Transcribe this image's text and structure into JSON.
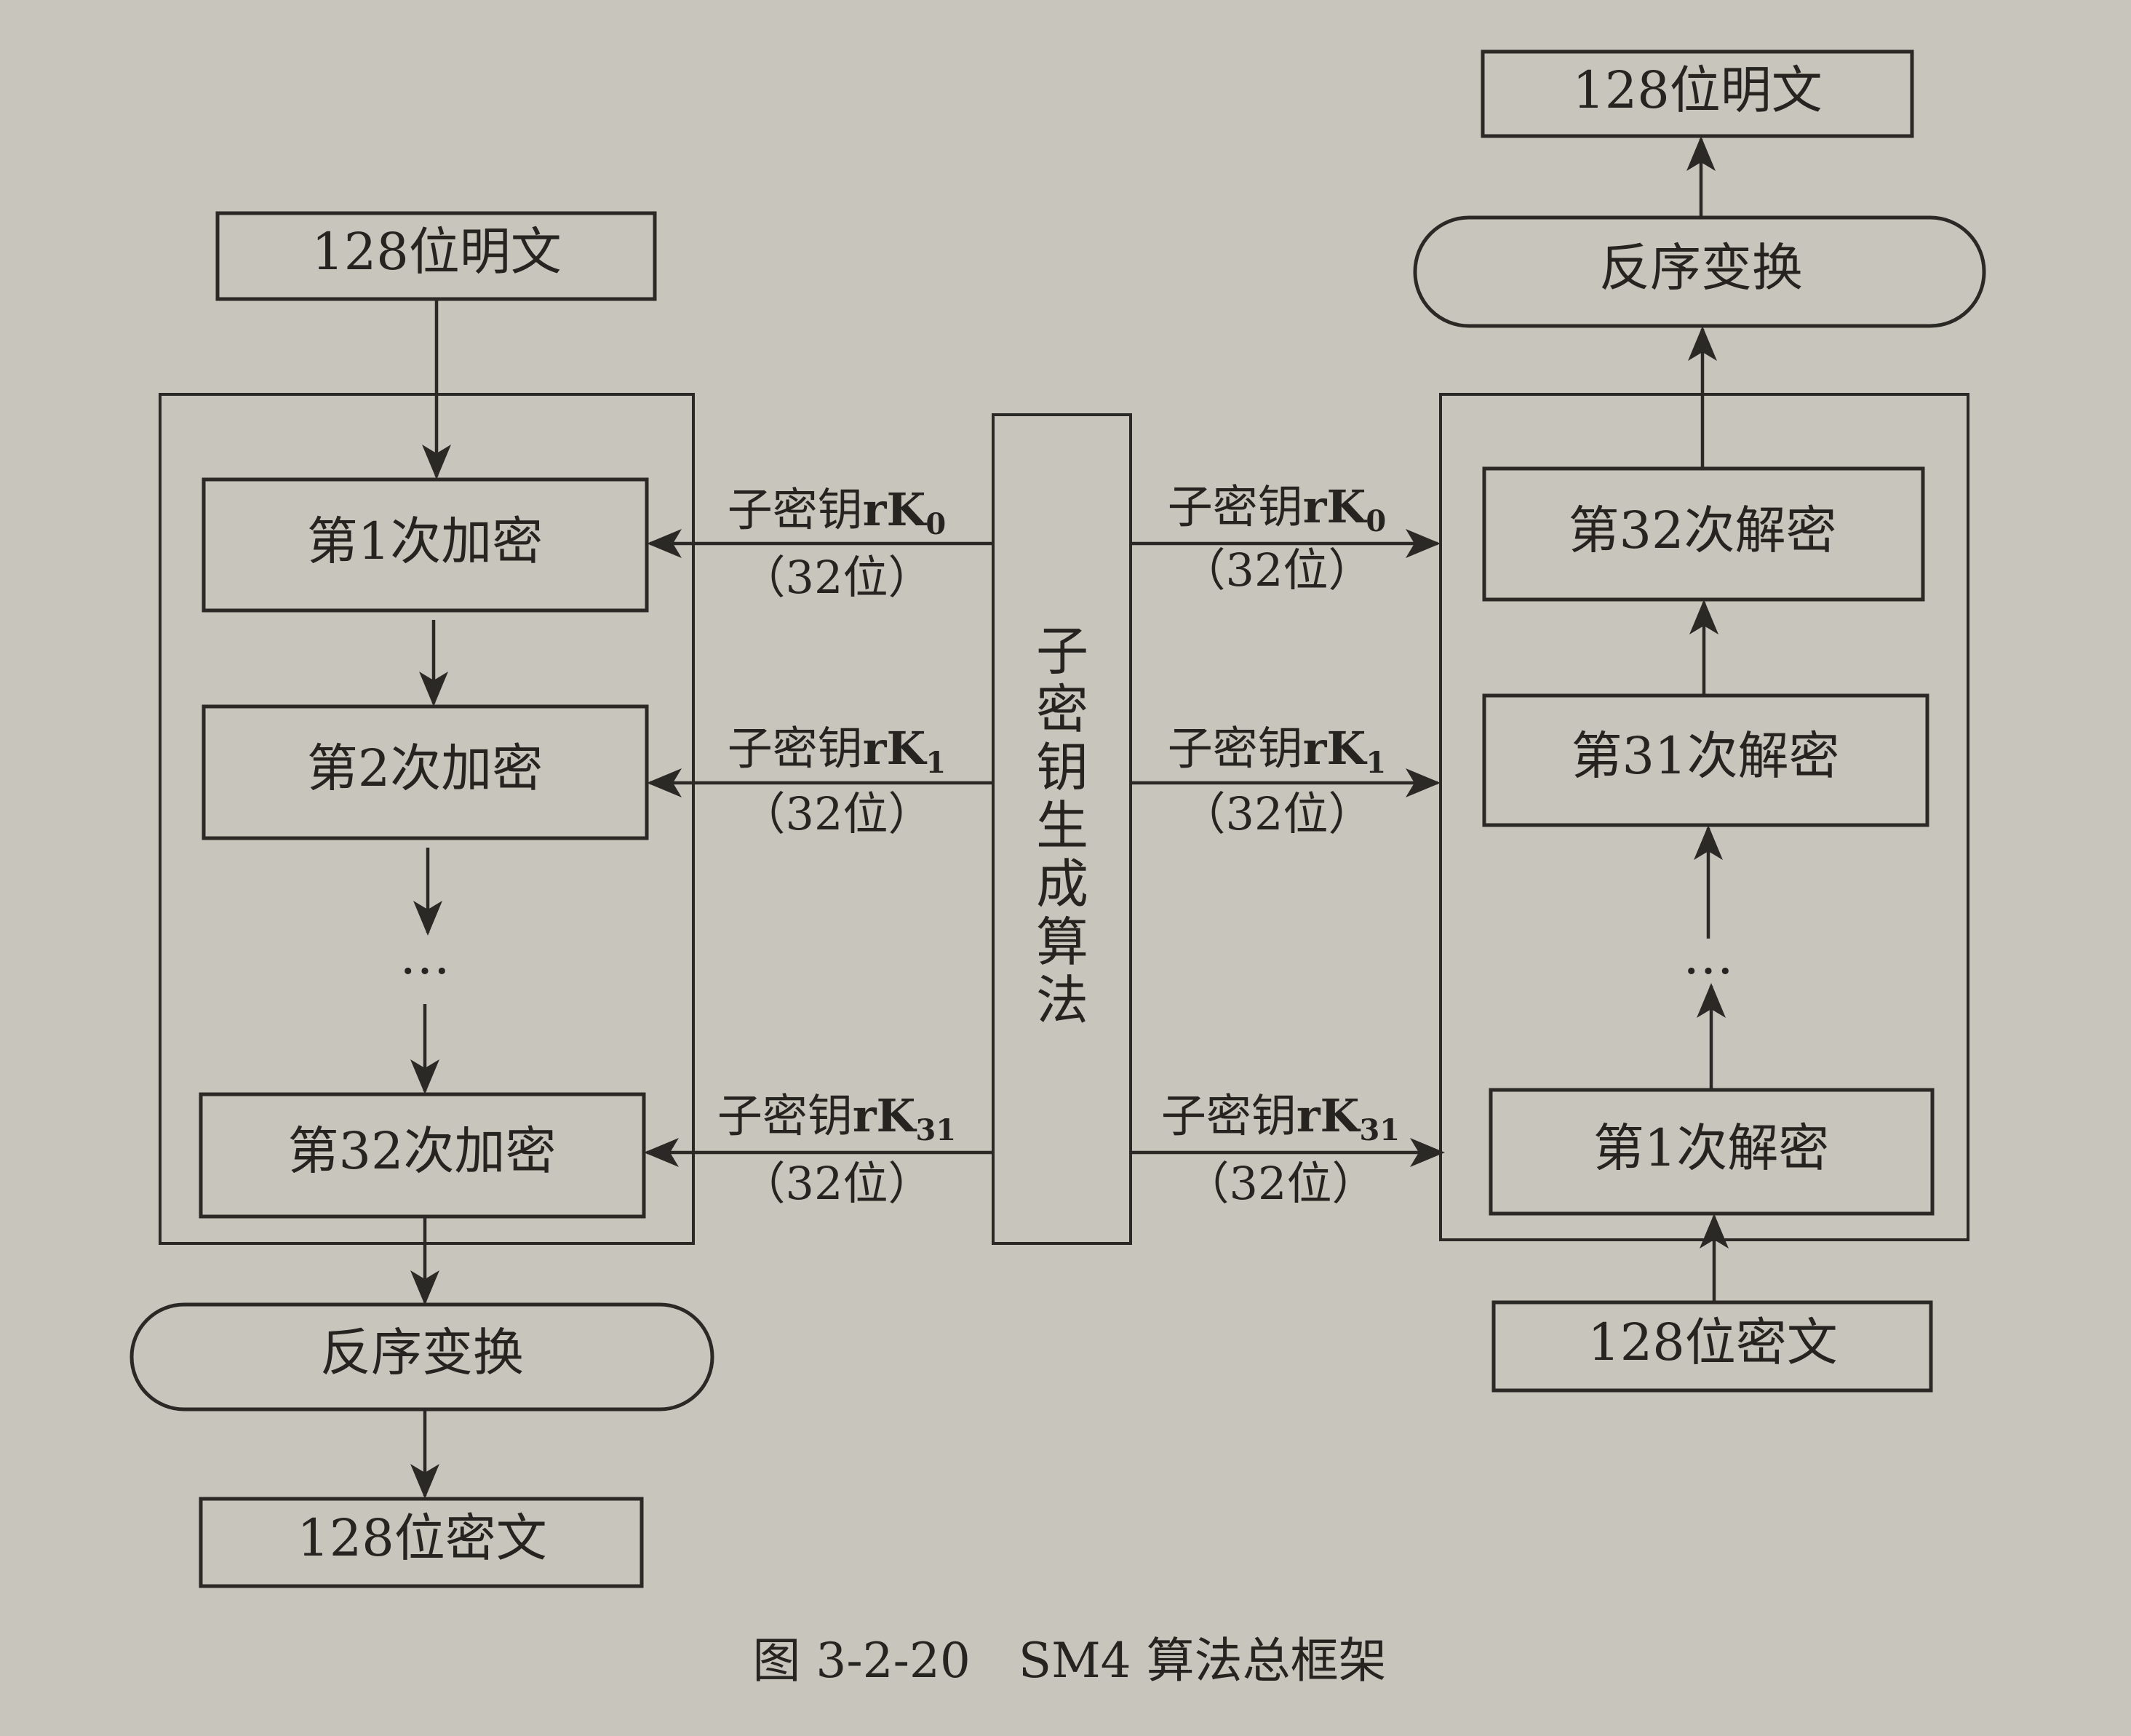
{
  "encryption": {
    "input": "128位明文",
    "rounds": [
      {
        "label": "第1次加密"
      },
      {
        "label": "第2次加密"
      },
      {
        "label": "第32次加密"
      }
    ],
    "ellipsis": "…",
    "reverse": "反序变换",
    "output": "128位密文"
  },
  "decryption": {
    "input": "128位密文",
    "rounds": [
      {
        "label": "第32次解密"
      },
      {
        "label": "第31次解密"
      },
      {
        "label": "第1次解密"
      }
    ],
    "ellipsis": "…",
    "reverse": "反序变换",
    "output": "128位明文"
  },
  "key_schedule": {
    "chars": [
      "子",
      "密",
      "钥",
      "生",
      "成",
      "算",
      "法"
    ]
  },
  "subkeys": [
    {
      "prefix": "子密钥",
      "name": "rK",
      "index": "0",
      "bits": "（32位）"
    },
    {
      "prefix": "子密钥",
      "name": "rK",
      "index": "1",
      "bits": "（32位）"
    },
    {
      "prefix": "子密钥",
      "name": "rK",
      "index": "31",
      "bits": "（32位）"
    }
  ],
  "caption": "图 3-2-20　SM4 算法总框架"
}
